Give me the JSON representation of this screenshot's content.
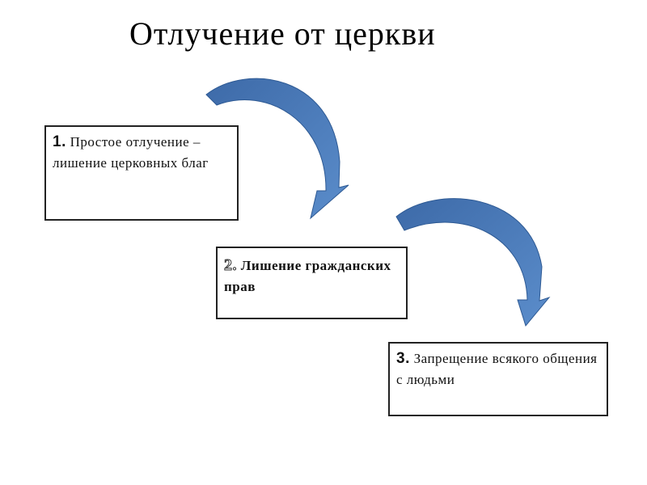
{
  "title": "Отлучение от церкви",
  "steps": [
    {
      "number": "1.",
      "text": "Простое отлучение – лишение церковных благ"
    },
    {
      "number": "2.",
      "text": "Лишение гражданских прав"
    },
    {
      "number": "3.",
      "text": "Запрещение всякого общения с людьми"
    }
  ],
  "colors": {
    "arrow": "#4A78B5",
    "arrow_edge": "#2E5A94"
  }
}
